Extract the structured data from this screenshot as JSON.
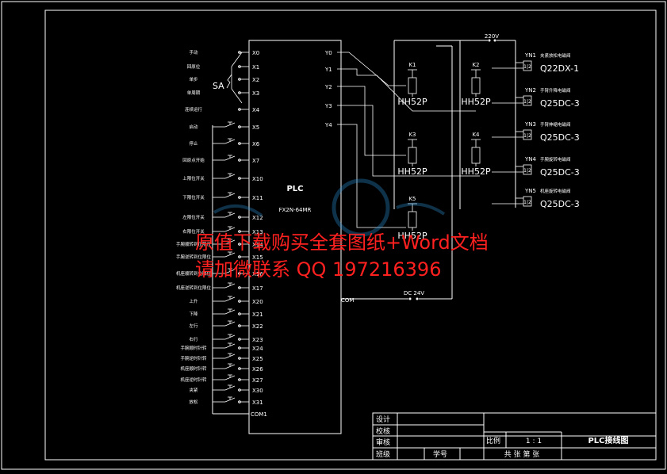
{
  "plc": {
    "title": "PLC",
    "model": "FX2N-64MR",
    "inputs": [
      "X0",
      "X1",
      "X2",
      "X3",
      "X4",
      "X5",
      "X6",
      "X7",
      "X10",
      "X11",
      "X12",
      "X13",
      "X14",
      "X15",
      "X16",
      "X17",
      "X20",
      "X21",
      "X22",
      "X23",
      "X24",
      "X25",
      "X26",
      "X27",
      "X30",
      "X31"
    ],
    "com_input": "COM1",
    "outputs": [
      "Y0",
      "Y1",
      "Y2",
      "Y3",
      "Y4"
    ],
    "com_output": "COM"
  },
  "switch_label": "SA",
  "input_labels": [
    "手动",
    "回原位",
    "单步",
    "单周期",
    "连续运行",
    "启动",
    "停止",
    "回原点开始",
    "上限位开关",
    "下限位开关",
    "左限位开关",
    "右限位开关",
    "手腕顺转到位限位",
    "手腕逆转到位限位",
    "机座顺转到位限位",
    "机座逆转到位限位",
    "上升",
    "下降",
    "左行",
    "右行",
    "手腕顺时针转",
    "手腕逆时针转",
    "机座顺时针转",
    "机座逆时针转",
    "夹紧",
    "放松"
  ],
  "relays": [
    {
      "name": "K1",
      "model": "HH52P"
    },
    {
      "name": "K2",
      "model": "HH52P"
    },
    {
      "name": "K3",
      "model": "HH52P"
    },
    {
      "name": "K4",
      "model": "HH52P"
    },
    {
      "name": "K5",
      "model": "HH52P"
    }
  ],
  "valves": [
    {
      "tag": "YN1",
      "desc": "夹紧放松电磁阀",
      "model": "Q22DX-1"
    },
    {
      "tag": "YN2",
      "desc": "手臂升降电磁阀",
      "model": "Q25DC-3"
    },
    {
      "tag": "YN3",
      "desc": "手臂伸缩电磁阀",
      "model": "Q25DC-3"
    },
    {
      "tag": "YN4",
      "desc": "手腕旋转电磁阀",
      "model": "Q25DC-3"
    },
    {
      "tag": "YN5",
      "desc": "机座旋转电磁阀",
      "model": "Q25DC-3"
    }
  ],
  "coil_terms": "1|2",
  "supply_ac": "220V",
  "supply_dc": "DC 24V",
  "watermark": {
    "line1": "原值下载购买全套图纸+Word文档",
    "line2": "请加微联系 QQ 197216396"
  },
  "title_block": {
    "design": "设计",
    "check": "校核",
    "review": "审核",
    "class": "班级",
    "student_no": "学号",
    "scale_label": "比例",
    "scale_value": "1 : 1",
    "drawing_title": "PLC接线图",
    "sheets": "共  张  第  张"
  }
}
